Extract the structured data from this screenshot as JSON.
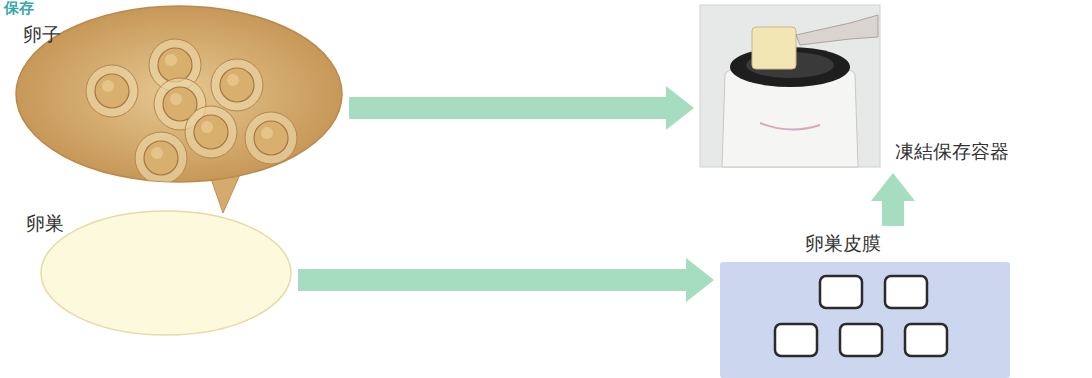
{
  "diagram": {
    "title": "保存",
    "nodes": [
      {
        "text": [
          "卵子"
        ]
      },
      {
        "text": [
          "凍結保存容器"
        ]
      },
      {
        "text": [
          "卵巣"
        ]
      },
      {
        "text": [
          "卵巣皮膜"
        ]
      }
    ],
    "edges": [
      {
        "from": 0,
        "to": 1,
        "arrow": "to"
      },
      {
        "from": 2,
        "to": 3,
        "arrow": "to"
      },
      {
        "from": 3,
        "to": 1,
        "arrow": "to"
      }
    ]
  }
}
